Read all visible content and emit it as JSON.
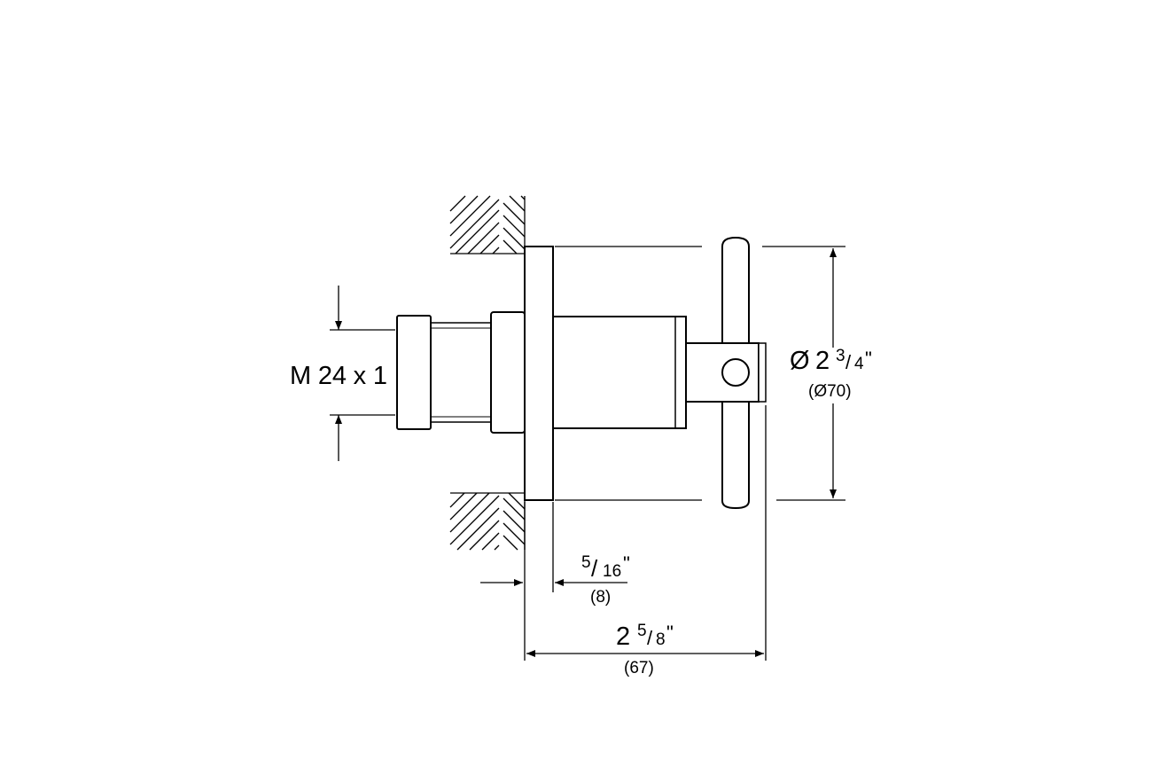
{
  "drawing": {
    "colors": {
      "line": "#000000",
      "background": "#ffffff"
    },
    "labels": {
      "thread": "M 24 x 1",
      "diameter_symbol": "Ø",
      "diameter_whole": "2",
      "diameter_num": "3",
      "diameter_den": "4",
      "diameter_unit": "\"",
      "diameter_metric": "(Ø70)",
      "plate_num": "5",
      "plate_slash": "/",
      "plate_den": "16",
      "plate_unit": "\"",
      "plate_metric": "(8)",
      "length_whole": "2",
      "length_num": "5",
      "length_den": "8",
      "length_unit": "\"",
      "length_metric": "(67)"
    }
  }
}
